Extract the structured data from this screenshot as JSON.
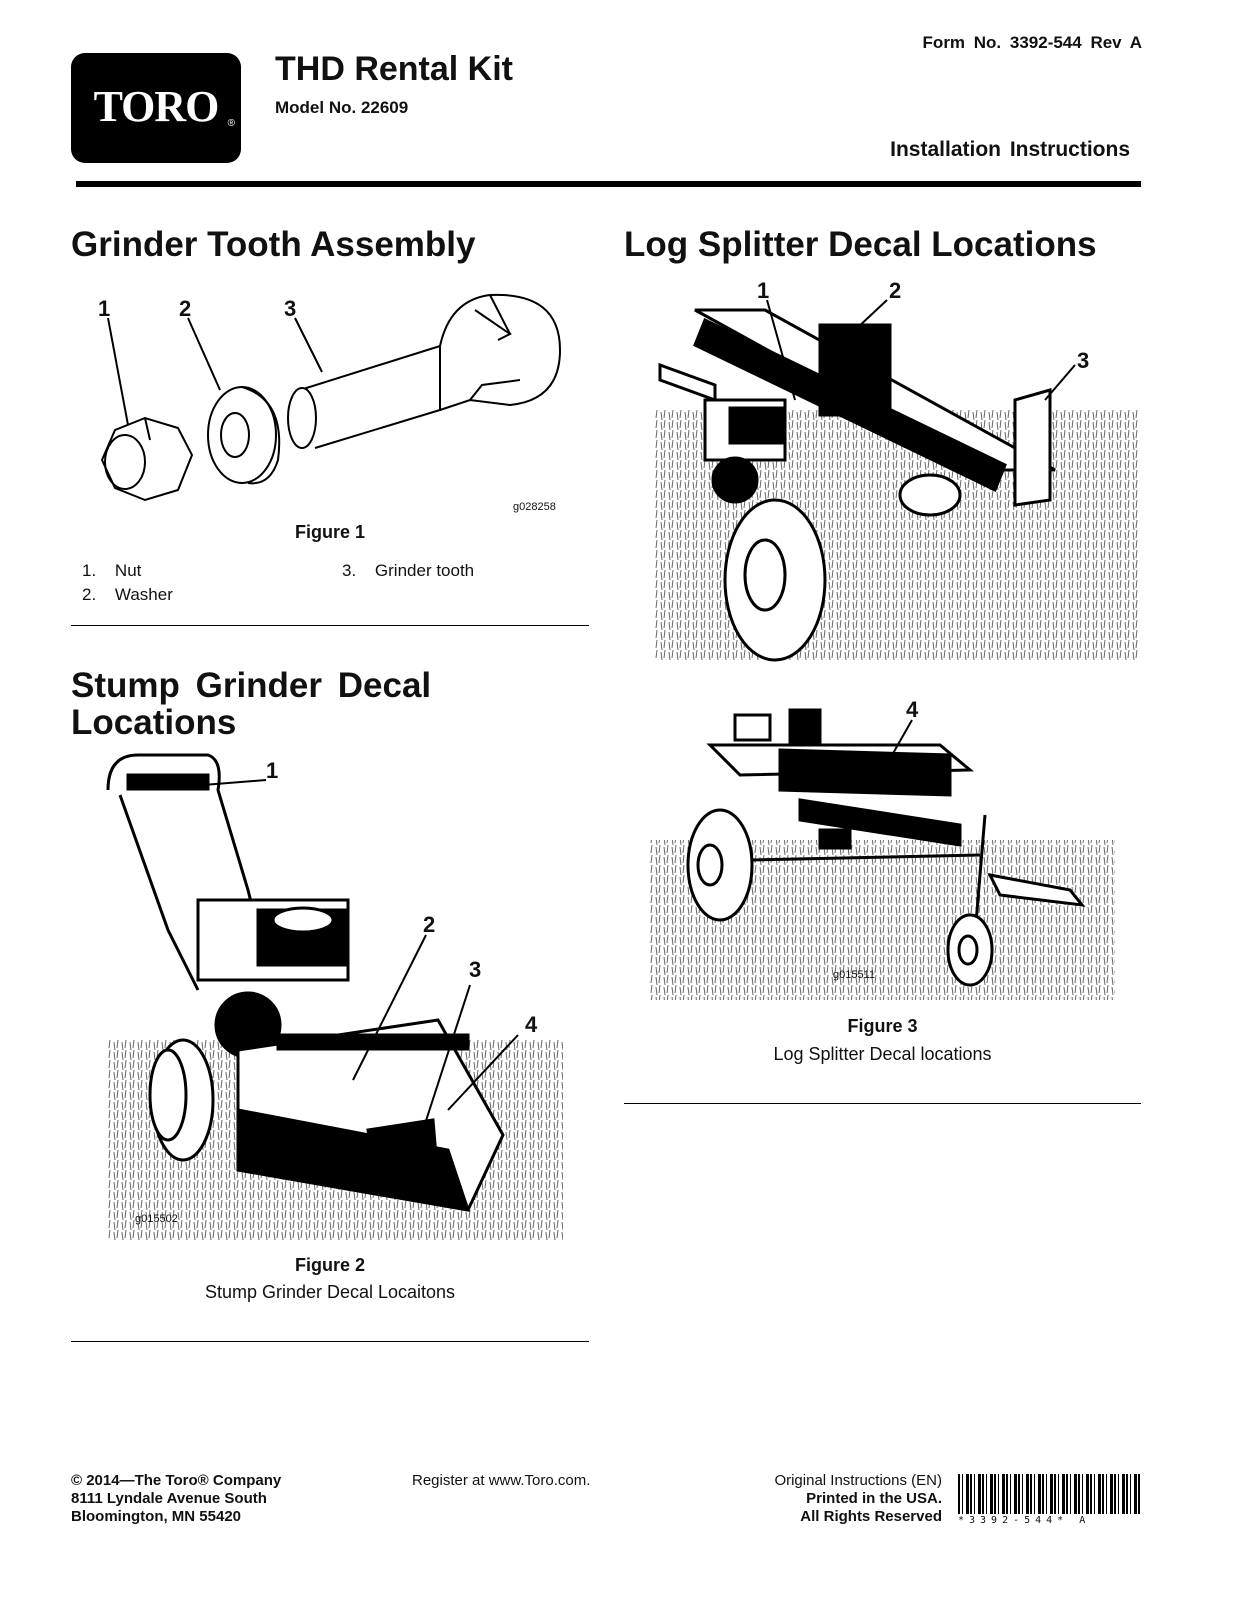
{
  "header": {
    "logo_text": "TORO",
    "logo_reg": "®",
    "kit_title": "THD Rental Kit",
    "model": "Model No. 22609",
    "form_no": "Form No. 3392-544 Rev A",
    "doc_type": "Installation Instructions"
  },
  "grinder_tooth": {
    "heading": "Grinder Tooth Assembly",
    "callouts": [
      "1",
      "2",
      "3"
    ],
    "image_code": "g028258",
    "figure_caption": "Figure 1",
    "legend": [
      {
        "num": "1.",
        "text": "Nut"
      },
      {
        "num": "2.",
        "text": "Washer"
      },
      {
        "num": "3.",
        "text": "Grinder tooth"
      }
    ]
  },
  "stump_grinder": {
    "heading_line1": "Stump Grinder Decal",
    "heading_line2": "Locations",
    "callouts": [
      "1",
      "2",
      "3",
      "4"
    ],
    "image_code": "g015502",
    "figure_caption": "Figure 2",
    "figure_subtitle": "Stump Grinder Decal Locaitons"
  },
  "log_splitter": {
    "heading": "Log Splitter Decal Locations",
    "callouts_top": [
      "1",
      "2",
      "3"
    ],
    "callouts_bottom": [
      "4"
    ],
    "image_code": "g015511",
    "figure_caption": "Figure 3",
    "figure_subtitle": "Log Splitter Decal locations"
  },
  "footer": {
    "copyright": "© 2014—The Toro® Company",
    "address1": "8111 Lyndale Avenue South",
    "address2": "Bloomington, MN 55420",
    "register": "Register at www.Toro.com.",
    "original": "Original Instructions (EN)",
    "printed": "Printed in the USA.",
    "rights": "All Rights Reserved",
    "barcode_text": "*3392-544* A"
  }
}
